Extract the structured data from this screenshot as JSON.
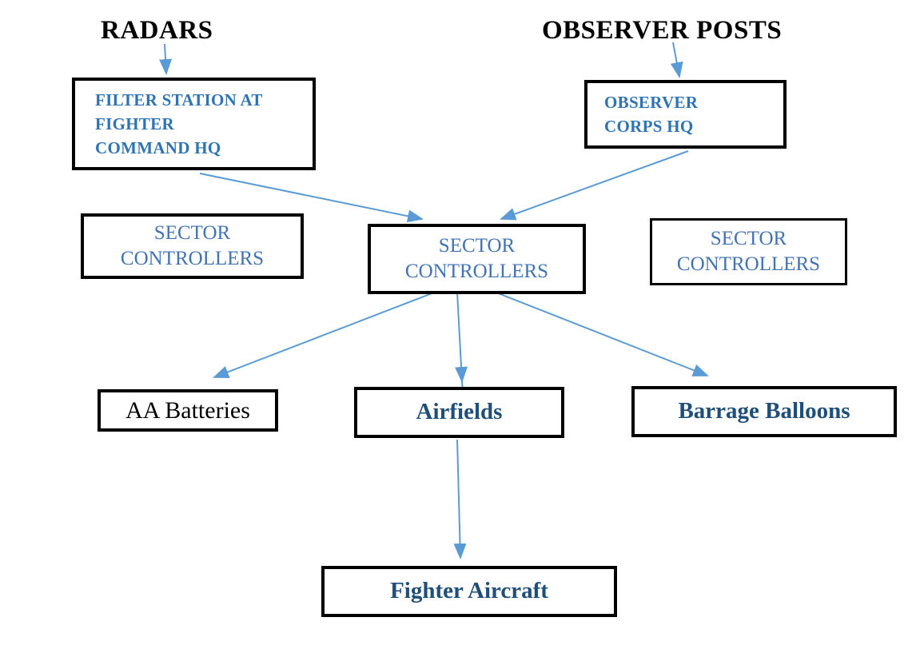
{
  "colors": {
    "background": "#ffffff",
    "box_border": "#000000",
    "title_text": "#000000",
    "hq_label_text": "#2e74b5",
    "sector_label_text": "#4273b3",
    "leaf_dark_text": "#1f4e79",
    "leaf_plain_text": "#000000",
    "arrow": "#5b9bd5"
  },
  "titles": {
    "radars": "RADARS",
    "observer_posts": "OBSERVER POSTS"
  },
  "nodes": {
    "filter_station": {
      "label": "FILTER STATION AT\nFIGHTER\nCOMMAND HQ"
    },
    "observer_hq": {
      "label": "OBSERVER\nCORPS HQ"
    },
    "sector_left": {
      "label": "SECTOR\nCONTROLLERS"
    },
    "sector_center": {
      "label": "SECTOR\nCONTROLLERS"
    },
    "sector_right": {
      "label": "SECTOR\nCONTROLLERS"
    },
    "aa_batteries": {
      "label": "AA Batteries"
    },
    "airfields": {
      "label": "Airfields"
    },
    "barrage_balloons": {
      "label": "Barrage Balloons"
    },
    "fighter_aircraft": {
      "label": "Fighter Aircraft"
    }
  },
  "connections": [
    {
      "from": "radars",
      "to": "filter_station"
    },
    {
      "from": "observer_posts",
      "to": "observer_hq"
    },
    {
      "from": "filter_station",
      "to": "sector_center"
    },
    {
      "from": "observer_hq",
      "to": "sector_center"
    },
    {
      "from": "sector_center",
      "to": "aa_batteries"
    },
    {
      "from": "sector_center",
      "to": "airfields"
    },
    {
      "from": "sector_center",
      "to": "barrage_balloons"
    },
    {
      "from": "airfields",
      "to": "fighter_aircraft"
    }
  ]
}
